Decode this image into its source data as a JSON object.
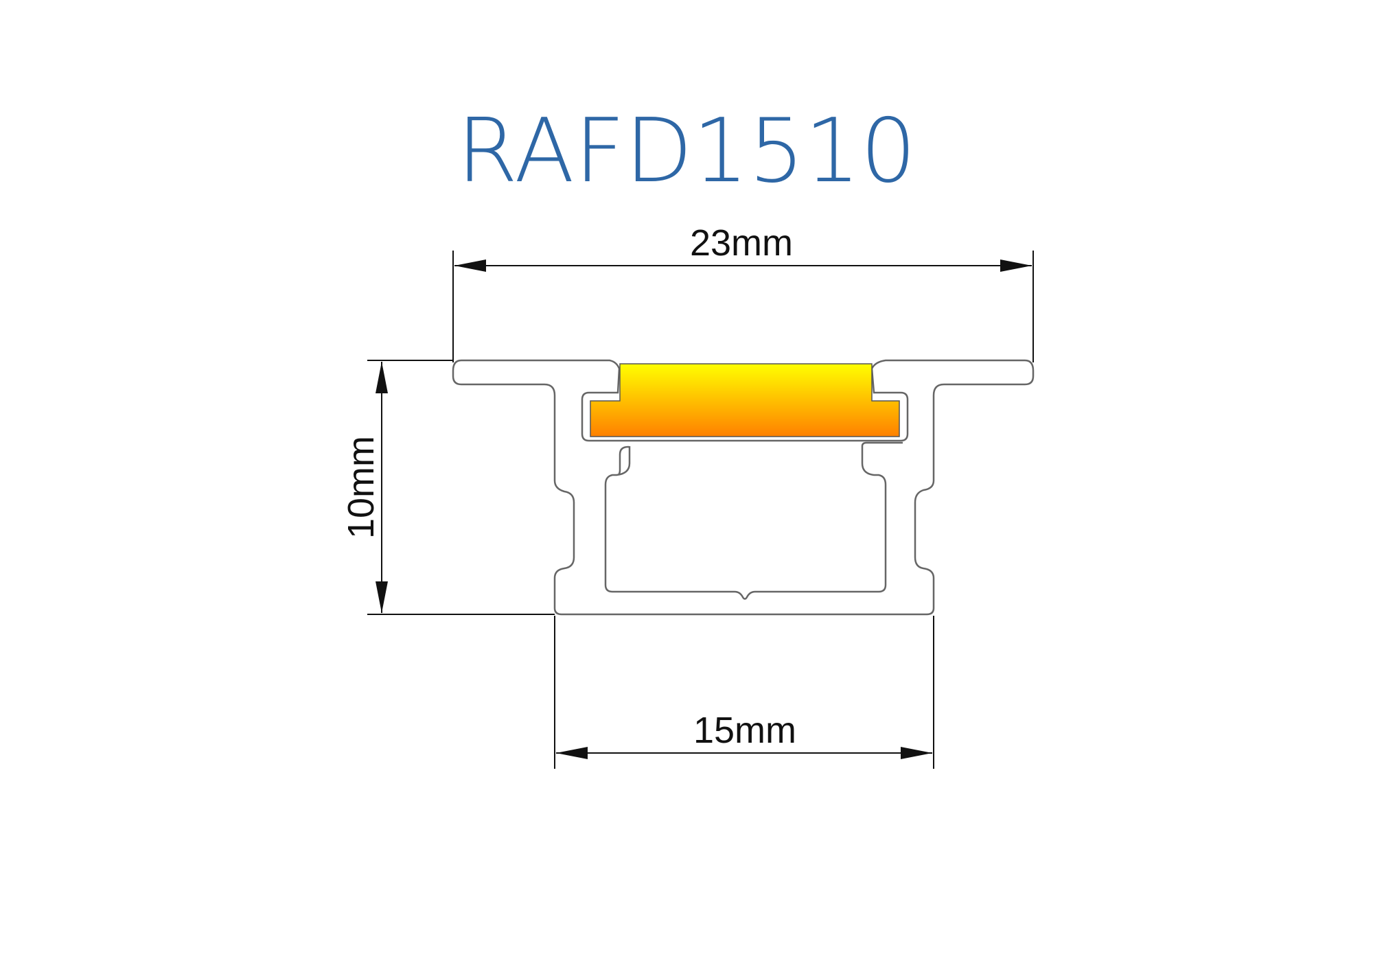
{
  "title": "RAFD1510",
  "dimensions": {
    "width_top": "23mm",
    "height": "10mm",
    "width_bottom": "15mm"
  },
  "colors": {
    "title": "#2e67a6",
    "line": "#111111",
    "profile_outline": "#666666",
    "led_top": "#ffff00",
    "led_bottom": "#ff8000"
  }
}
